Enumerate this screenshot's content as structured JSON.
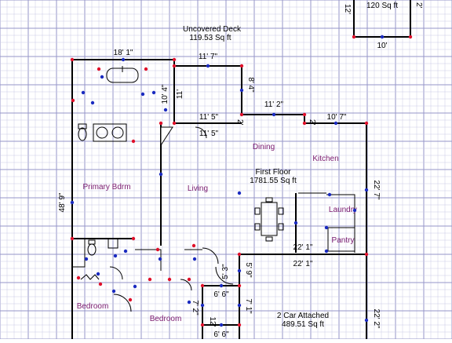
{
  "colors": {
    "grid_minor": "#c9c9e6",
    "grid_major": "#9696c8",
    "wall": "#000000",
    "room_label": "#7a1a6e",
    "node_red": "#e0102a",
    "node_blue": "#1a2ac0"
  },
  "areas": {
    "deck": {
      "name": "Uncovered Deck",
      "size": "119.53 Sq ft"
    },
    "floor": {
      "name": "First Floor",
      "size": "1781.55 Sq ft"
    },
    "garage": {
      "name": "2 Car Attached",
      "size": "489.51 Sq ft"
    },
    "top_right": {
      "size": "120 Sq ft",
      "dim_left": "12'",
      "dim_right": "2'",
      "dim_bottom": "10'"
    }
  },
  "rooms": {
    "primary": "Primary Bdrm",
    "living": "Living",
    "dining": "Dining",
    "kitchen": "Kitchen",
    "laundry": "Laundry",
    "pantry": "Pantry",
    "bedroom1": "Bedroom",
    "bedroom2": "Bedroom"
  },
  "dims": {
    "d1": "18' 1\"",
    "d2": "11' 7\"",
    "d3": "8' 4\"",
    "d4": "11'",
    "d5": "10' 4\"",
    "d6": "11' 5\"",
    "d7": "11' 5\"",
    "d8": "2'",
    "d9": "11' 2\"",
    "d10": "2'",
    "d11": "10' 7\"",
    "d12": "48' 9\"",
    "d13": "22' 7\"",
    "d14": "22' 1\"",
    "d15": "22' 1\"",
    "d16": "5' 3\"",
    "d17": "5' 9\"",
    "d18": "6' 6\"",
    "d19": "7' 1\"",
    "d20": "7' 2\"",
    "d21": "22' 2\"",
    "d22": "12'",
    "d23": "6' 6\""
  },
  "icons": {
    "bathtub": "bathtub-icon",
    "toilet": "toilet-icon",
    "sinks": "double-sink-icon",
    "table": "dining-table-icon",
    "shower": "shower-icon"
  }
}
